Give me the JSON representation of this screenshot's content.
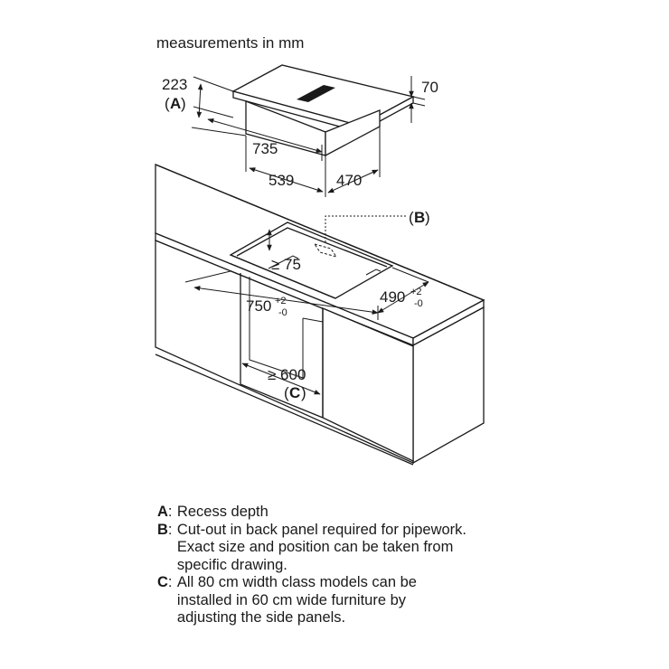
{
  "diagram": {
    "heading": "measurements in mm",
    "labels": {
      "dim_223": "223",
      "marker_a": "A",
      "dim_70": "70",
      "dim_735": "735",
      "dim_539": "539",
      "dim_470": "470",
      "marker_b": "B",
      "dim_75": "≥ 75",
      "dim_750": "750",
      "tol_750_plus": "+2",
      "tol_750_minus": "-0",
      "dim_490": "490",
      "tol_490_plus": "+2",
      "tol_490_minus": "-0",
      "dim_600": "≥ 600",
      "marker_c": "C"
    }
  },
  "legend": [
    {
      "key": "A",
      "text": "Recess depth"
    },
    {
      "key": "B",
      "text": "Cut-out in back panel required for pipework.\nExact size and position can be taken from\nspecific drawing."
    },
    {
      "key": "C",
      "text": "All 80 cm width class models can be\ninstalled in 60 cm wide furniture by\nadjusting the side panels."
    }
  ]
}
